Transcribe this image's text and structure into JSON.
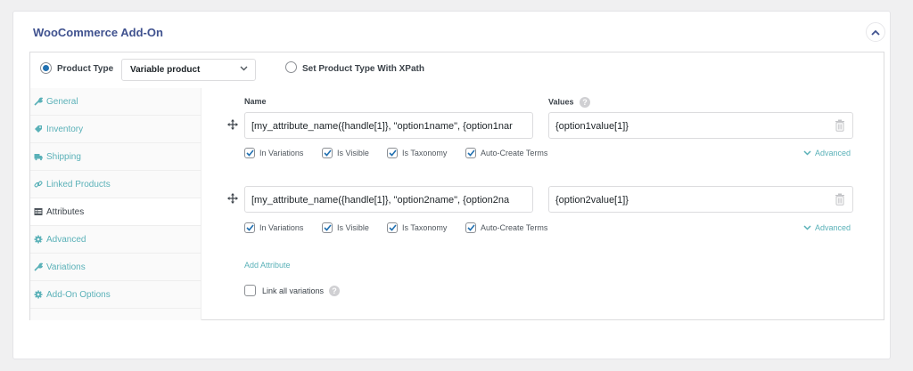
{
  "card": {
    "title": "WooCommerce Add-On",
    "collapse_icon": "chevron-up-icon"
  },
  "product_type": {
    "option1_label": "Product Type",
    "option1_checked": true,
    "select_value": "Variable product",
    "option2_label": "Set Product Type With XPath",
    "option2_checked": false
  },
  "sidebar": {
    "items": [
      {
        "label": "General",
        "icon": "wrench-icon",
        "active": false
      },
      {
        "label": "Inventory",
        "icon": "tag-icon",
        "active": false
      },
      {
        "label": "Shipping",
        "icon": "truck-icon",
        "active": false
      },
      {
        "label": "Linked Products",
        "icon": "link-icon",
        "active": false
      },
      {
        "label": "Attributes",
        "icon": "table-icon",
        "active": true
      },
      {
        "label": "Advanced",
        "icon": "gear-icon",
        "active": false
      },
      {
        "label": "Variations",
        "icon": "wrench-icon",
        "active": false
      },
      {
        "label": "Add-On Options",
        "icon": "gear-icon",
        "active": false
      }
    ]
  },
  "attributes": {
    "name_header": "Name",
    "values_header": "Values",
    "rows": [
      {
        "name": "[my_attribute_name({handle[1]}, \"option1name\", {option1nar",
        "value": "{option1value[1]}",
        "checkboxes": [
          {
            "label": "In Variations",
            "checked": true
          },
          {
            "label": "Is Visible",
            "checked": true
          },
          {
            "label": "Is Taxonomy",
            "checked": true
          },
          {
            "label": "Auto-Create Terms",
            "checked": true
          }
        ],
        "advanced_label": "Advanced"
      },
      {
        "name": "[my_attribute_name({handle[1]}, \"option2name\", {option2na",
        "value": "{option2value[1]}",
        "checkboxes": [
          {
            "label": "In Variations",
            "checked": true
          },
          {
            "label": "Is Visible",
            "checked": true
          },
          {
            "label": "Is Taxonomy",
            "checked": true
          },
          {
            "label": "Auto-Create Terms",
            "checked": true
          }
        ],
        "advanced_label": "Advanced"
      }
    ],
    "add_attribute_label": "Add Attribute",
    "link_all_label": "Link all variations",
    "link_all_checked": false
  },
  "colors": {
    "title": "#40528f",
    "accent_teal": "#5ab1b8",
    "radio_blue": "#2271b1",
    "checkbox_blue": "#2271b1"
  }
}
